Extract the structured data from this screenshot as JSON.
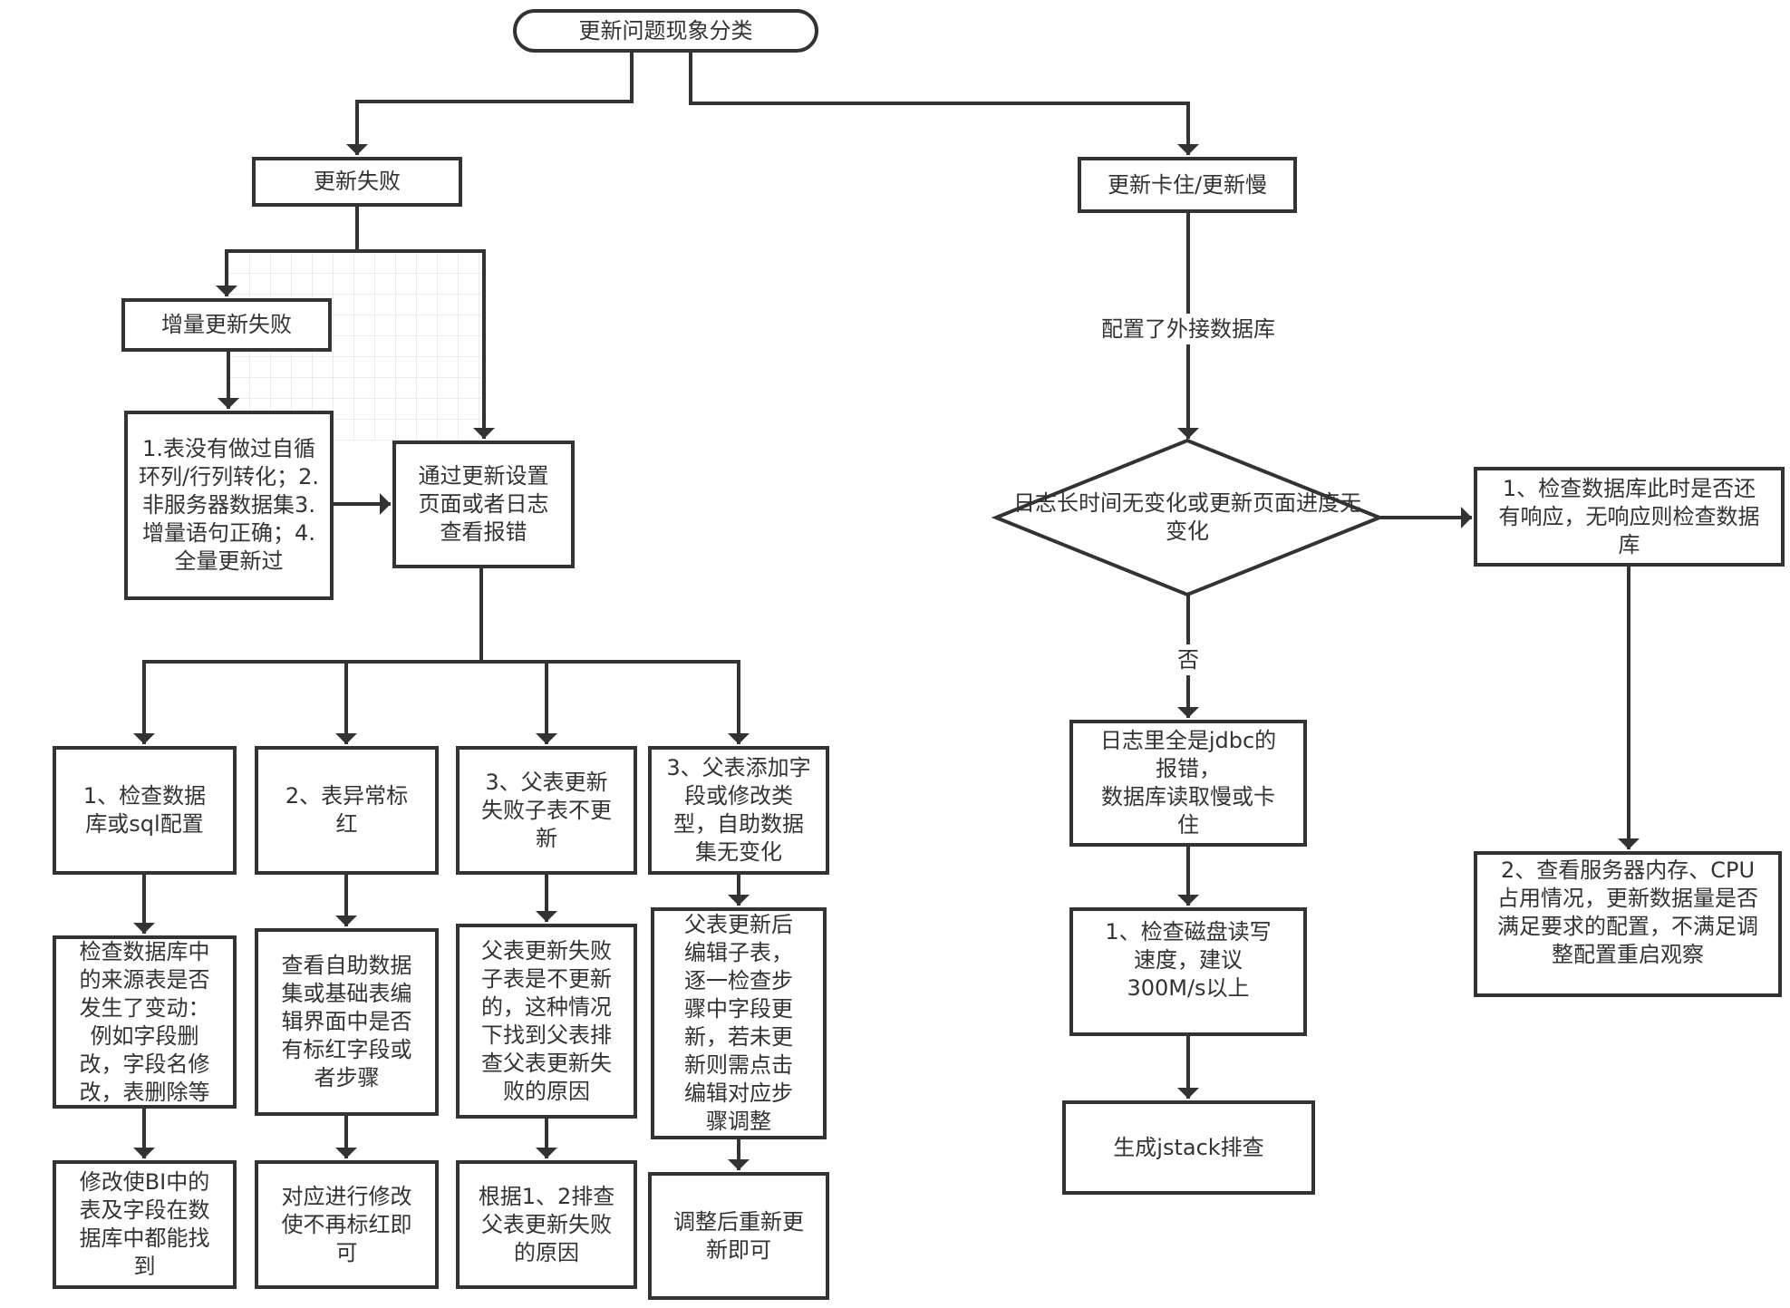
{
  "diagram": {
    "title": "更新问题现象分类",
    "branches": {
      "failure": {
        "label": "更新失败",
        "incremental": {
          "label": "增量更新失败",
          "checklist": "1.表没有做过自循环列/行列转化；2.非服务器数据集3.增量语句正确；4.全量更新过"
        },
        "check_logs": "通过更新设置页面或者日志查看报错",
        "causes": [
          {
            "title": "1、检查数据库或sql配置",
            "check": "检查数据库中的来源表是否发生了变动：例如字段删改，字段名修改，表删除等",
            "fix": "修改使BI中的表及字段在数据库中都能找到"
          },
          {
            "title": "2、表异常标红",
            "check": "查看自助数据集或基础表编辑界面中是否有标红字段或者步骤",
            "fix": "对应进行修改使不再标红即可"
          },
          {
            "title": "3、父表更新失败子表不更新",
            "check": "父表更新失败子表是不更新的，这种情况下找到父表排查父表更新失败的原因",
            "fix": "根据1、2排查父表更新失败的原因"
          },
          {
            "title": "3、父表添加字段或修改类型，自助数据集无变化",
            "check": "父表更新后编辑子表，逐一检查步骤中字段更新，若未更新则需点击编辑对应步骤调整",
            "fix": "调整后重新更新即可"
          }
        ]
      },
      "stuck": {
        "label": "更新卡住/更新慢",
        "edge_label": "配置了外接数据库",
        "decision": "日志长时间无变化或更新页面进度无变化",
        "yes_path": [
          "1、检查数据库此时是否还有响应，无响应则检查数据库",
          "2、查看服务器内存、CPU占用情况，更新数据量是否满足要求的配置，不满足调整配置重启观察"
        ],
        "no_label": "否",
        "no_path": [
          "日志里全是jdbc的报错，\n数据库读取慢或卡住",
          "1、检查磁盘读写速度，建议300M/s以上",
          "生成jstack排查"
        ]
      }
    }
  }
}
